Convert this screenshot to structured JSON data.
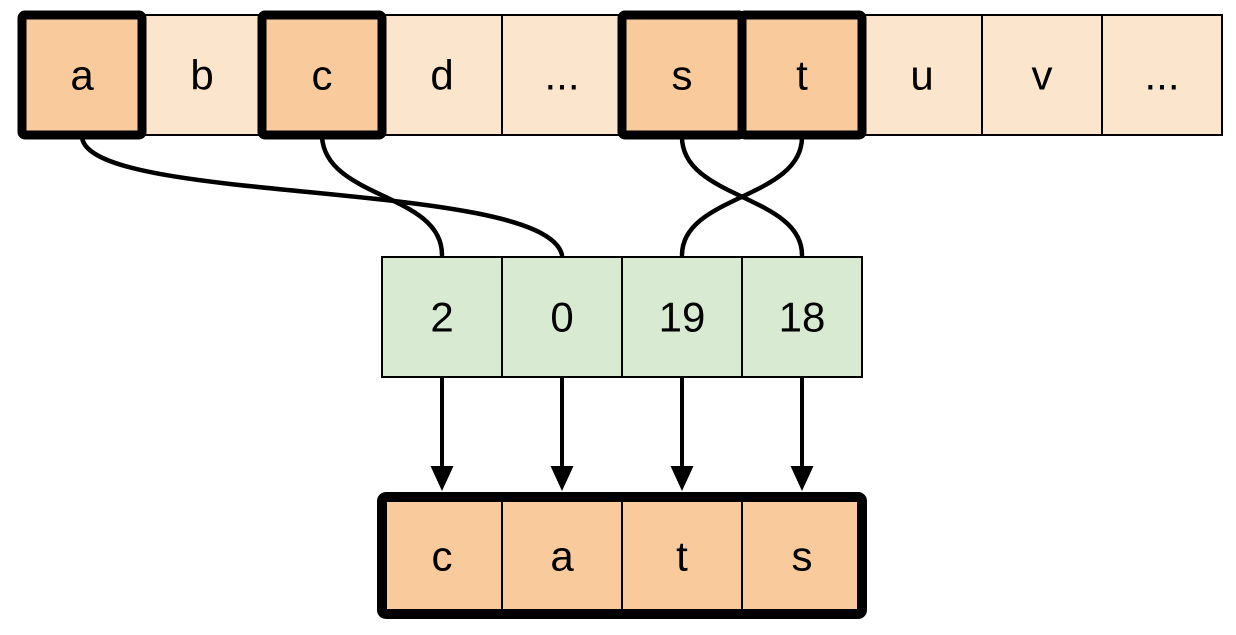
{
  "alphabet": {
    "description": "array of alphabet letters with selected letters highlighted",
    "cells": [
      {
        "label": "a",
        "highlighted": true
      },
      {
        "label": "b",
        "highlighted": false
      },
      {
        "label": "c",
        "highlighted": true
      },
      {
        "label": "d",
        "highlighted": false
      },
      {
        "label": "...",
        "highlighted": false
      },
      {
        "label": "s",
        "highlighted": true
      },
      {
        "label": "t",
        "highlighted": true
      },
      {
        "label": "u",
        "highlighted": false
      },
      {
        "label": "v",
        "highlighted": false
      },
      {
        "label": "...",
        "highlighted": false
      }
    ]
  },
  "indices": {
    "description": "array of numeric indices",
    "cells": [
      {
        "label": "2"
      },
      {
        "label": "0"
      },
      {
        "label": "19"
      },
      {
        "label": "18"
      }
    ]
  },
  "output": {
    "description": "output array spelling the word",
    "word": "cats",
    "cells": [
      {
        "label": "c"
      },
      {
        "label": "a"
      },
      {
        "label": "t"
      },
      {
        "label": "s"
      }
    ]
  },
  "connections": {
    "letter_to_index": [
      {
        "from": "a",
        "to": "0"
      },
      {
        "from": "c",
        "to": "2"
      },
      {
        "from": "s",
        "to": "18"
      },
      {
        "from": "t",
        "to": "19"
      }
    ],
    "index_to_output": [
      {
        "from": "2",
        "to": "c"
      },
      {
        "from": "0",
        "to": "a"
      },
      {
        "from": "19",
        "to": "t"
      },
      {
        "from": "18",
        "to": "s"
      }
    ]
  },
  "colors": {
    "cell_base": "#fce5cd",
    "cell_highlight": "#f9cb9c",
    "index_cell": "#d9ead3",
    "outline": "#000000",
    "background": "#ffffff"
  }
}
